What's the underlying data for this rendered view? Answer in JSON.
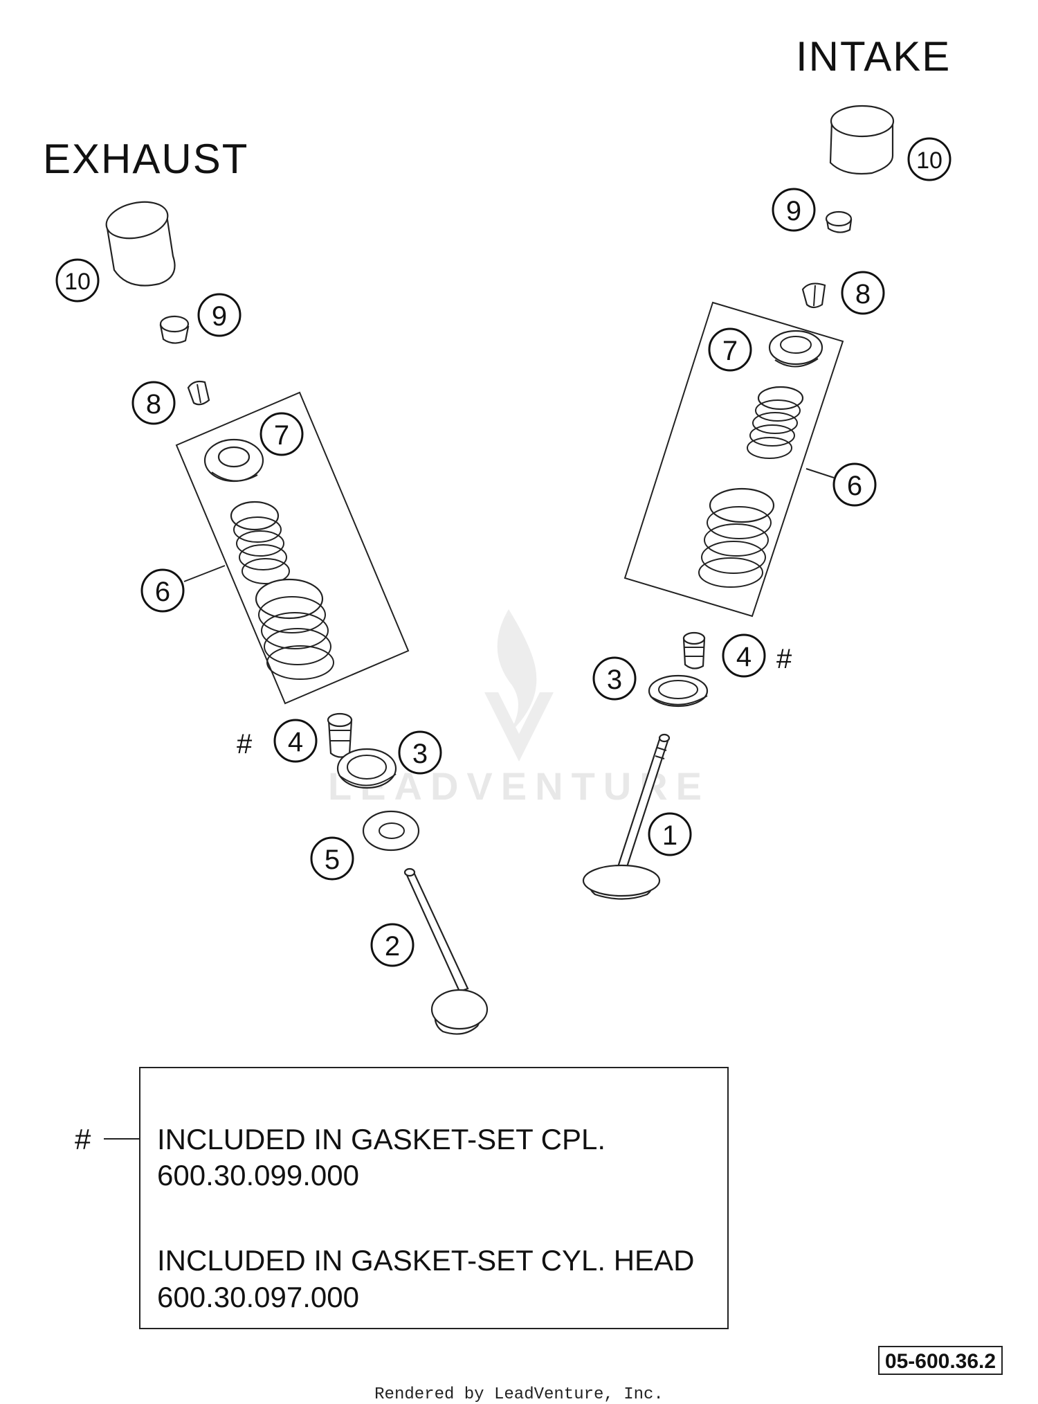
{
  "titles": {
    "intake": "INTAKE",
    "exhaust": "EXHAUST"
  },
  "callouts": {
    "exhaust": [
      "10",
      "9",
      "8",
      "7",
      "6",
      "4",
      "3",
      "5",
      "2"
    ],
    "intake": [
      "10",
      "9",
      "8",
      "7",
      "6",
      "4",
      "3",
      "1"
    ]
  },
  "hash_symbol": "#",
  "legend": {
    "marker": "#",
    "line1": "INCLUDED IN GASKET-SET CPL.",
    "line2": "600.30.099.000",
    "line3": "INCLUDED IN GASKET-SET CYL. HEAD",
    "line4": "600.30.097.000"
  },
  "diagram_ref": "05-600.36.2",
  "footer": "Rendered by LeadVenture, Inc.",
  "watermark": "LEADVENTURE"
}
